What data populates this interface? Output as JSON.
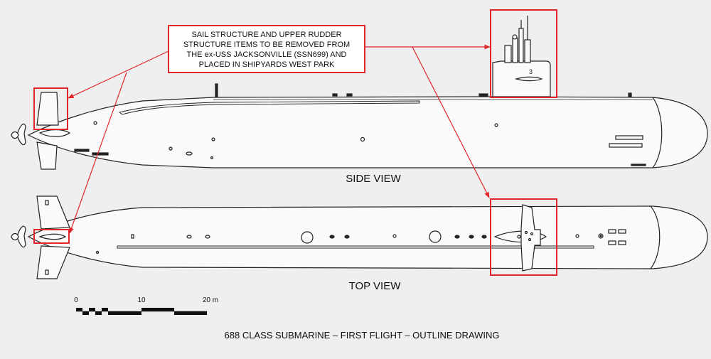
{
  "callout": {
    "lines": [
      "SAIL STRUCTURE AND UPPER RUDDER",
      "STRUCTURE ITEMS TO BE REMOVED FROM",
      "THE ex-USS JACKSONVILLE (SSN699) AND",
      "PLACED IN SHIPYARDS WEST PARK"
    ]
  },
  "labels": {
    "side_view": "SIDE VIEW",
    "top_view": "TOP VIEW",
    "caption": "688 CLASS SUBMARINE – FIRST FLIGHT – OUTLINE DRAWING",
    "sail_mark": "3"
  },
  "scale": {
    "t0": "0",
    "t10": "10",
    "t20": "20 m"
  },
  "colors": {
    "highlight": "#e0262a",
    "line": "#222222",
    "background": "#efefef"
  }
}
